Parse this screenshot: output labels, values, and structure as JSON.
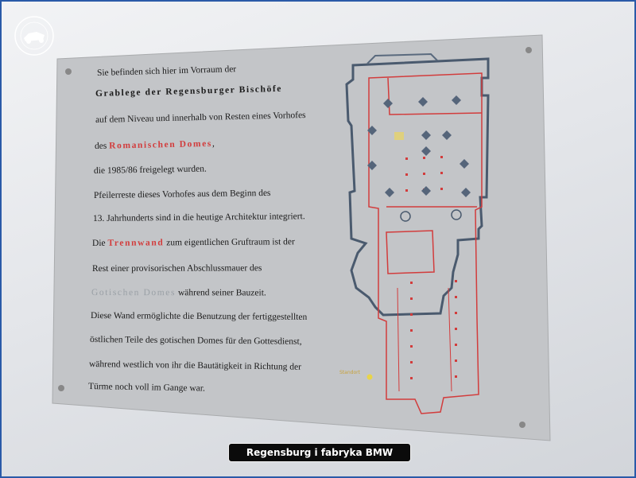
{
  "caption": "Regensburg i fabryka BMW",
  "plate": {
    "lines": {
      "0": "Sie befinden sich hier im Vorraum der",
      "1": "Grablege der Regensburger Bischöfe",
      "2": "auf dem Niveau und innerhalb von Resten eines Vorhofes",
      "3a": "des",
      "3b": "Romanischen Domes",
      "3c": ",",
      "4": "die 1985/86 freigelegt wurden.",
      "5": "Pfeilerreste dieses Vorhofes aus dem Beginn des",
      "6": "13. Jahrhunderts sind in die heutige Architektur integriert.",
      "7a": "Die",
      "7b": "Trennwand",
      "7c": "zum eigentlichen Gruftraum ist der",
      "8": "Rest einer provisorischen Abschlussmauer des",
      "9a": "Gotischen Domes",
      "9b": "während seiner Bauzeit.",
      "10": "Diese Wand ermöglichte die Benutzung der fertiggestellten",
      "11": "östlichen Teile des gotischen Domes für den Gottesdienst,",
      "12": "während westlich von ihr die Bautätigkeit in Richtung der",
      "13": "Türme noch voll im Gange war."
    },
    "standort": "Standort"
  },
  "colors": {
    "highlight_red": "#d23c3c",
    "highlight_grey": "#9aa0a6",
    "frame_blue": "#2a5aa8",
    "standort_marker": "#e8d44a"
  }
}
